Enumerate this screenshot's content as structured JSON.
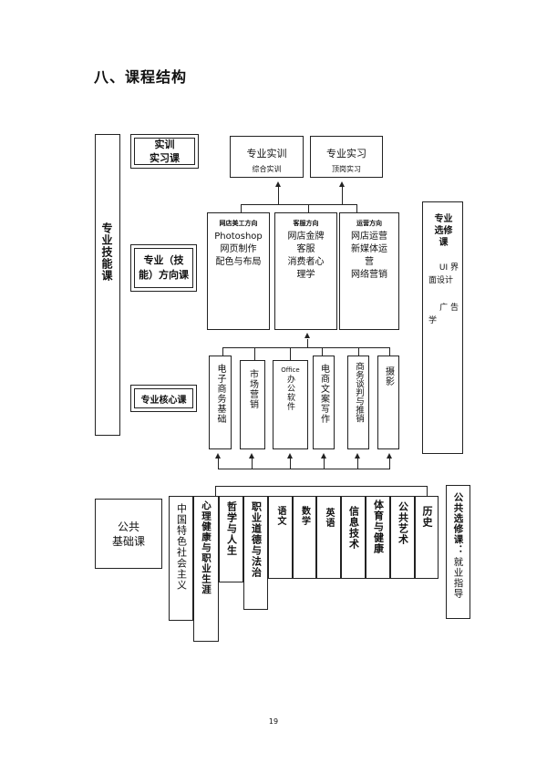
{
  "heading": "八、课程结构",
  "page_number": "19",
  "left_labels": {
    "professional_skills": "专业技能课",
    "public_basic_line1": "公共",
    "public_basic_line2": "基础课"
  },
  "category_boxes": {
    "training_line1": "实训",
    "training_line2": "实习课",
    "direction_line1": "专业（技",
    "direction_line2": "能）方向课",
    "core": "专业核心课"
  },
  "top_boxes": [
    {
      "title": "专业实训",
      "sub": "综合实训"
    },
    {
      "title": "专业实习",
      "sub": "顶岗实习"
    }
  ],
  "directions": [
    {
      "title": "网店美工方向",
      "lines": [
        "Photoshop",
        "网页制作",
        "配色与布局"
      ]
    },
    {
      "title": "客服方向",
      "lines": [
        "网店金牌",
        "客服",
        "消费者心",
        "理学"
      ]
    },
    {
      "title": "运营方向",
      "lines": [
        "网店运营",
        "新媒体运",
        "营",
        "网络营销"
      ]
    }
  ],
  "core_courses": [
    "电子商务基础",
    "市场营销",
    "办公软件",
    "电商文案写作",
    "商务谈判与推销",
    "摄影"
  ],
  "core_office_prefix": "Office",
  "elective": {
    "title_line1": "专业",
    "title_line2": "选修",
    "title_line3": "课",
    "item1_a": "UI 界",
    "item1_b": "面设计",
    "item2_a": "广 告",
    "item2_b": "学"
  },
  "public_courses": [
    "中国特色社会主义",
    "心理健康与职业生涯",
    "哲学与人生",
    "职业道德与法治",
    "语文",
    "数学",
    "英语",
    "信息技术",
    "体育与健康",
    "公共艺术",
    "历史"
  ],
  "public_elective": {
    "title": "公共选修课：",
    "item": "就业指导"
  }
}
